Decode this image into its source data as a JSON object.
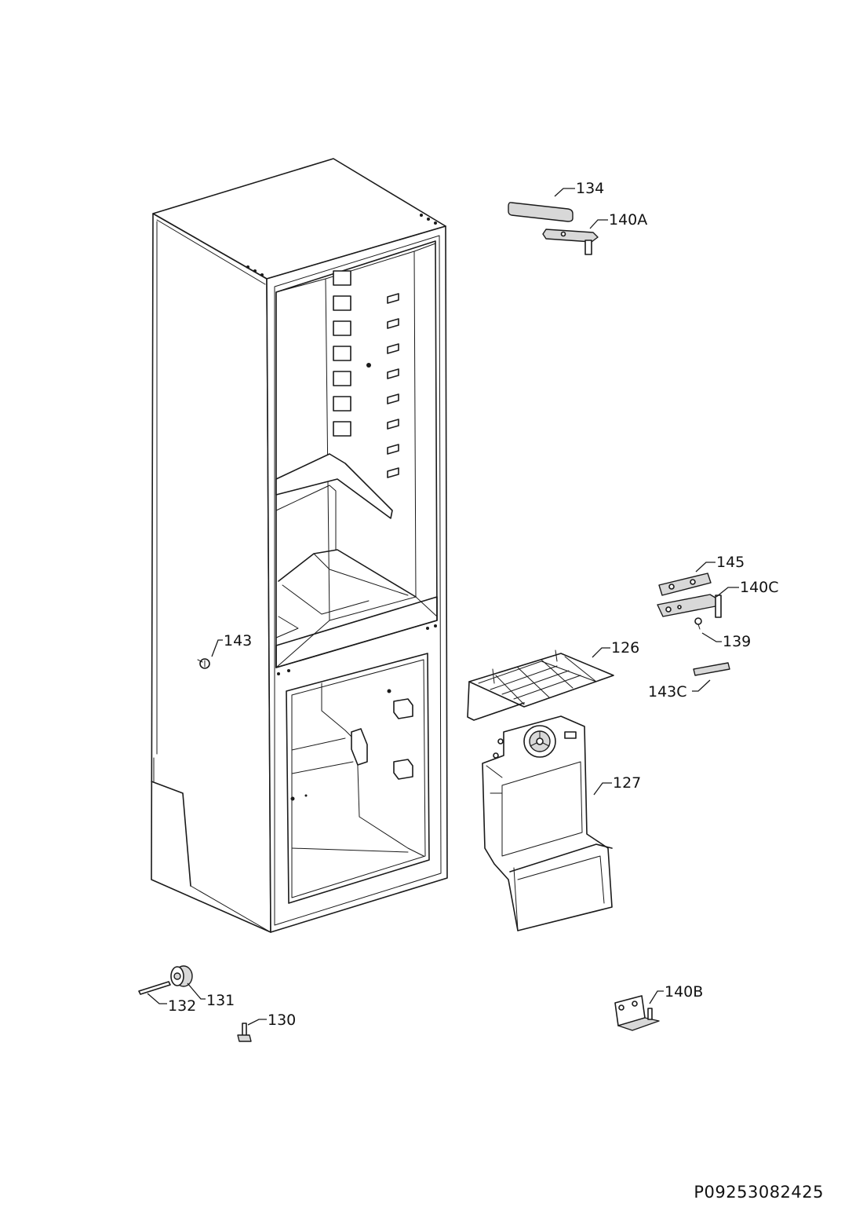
{
  "callouts": {
    "c134": "134",
    "c140A": "140A",
    "c145": "145",
    "c140C": "140C",
    "c139": "139",
    "c126": "126",
    "c143": "143",
    "c143C": "143C",
    "c127": "127",
    "c131": "131",
    "c132": "132",
    "c130": "130",
    "c140B": "140B"
  },
  "drawing_code": "P09253082425"
}
